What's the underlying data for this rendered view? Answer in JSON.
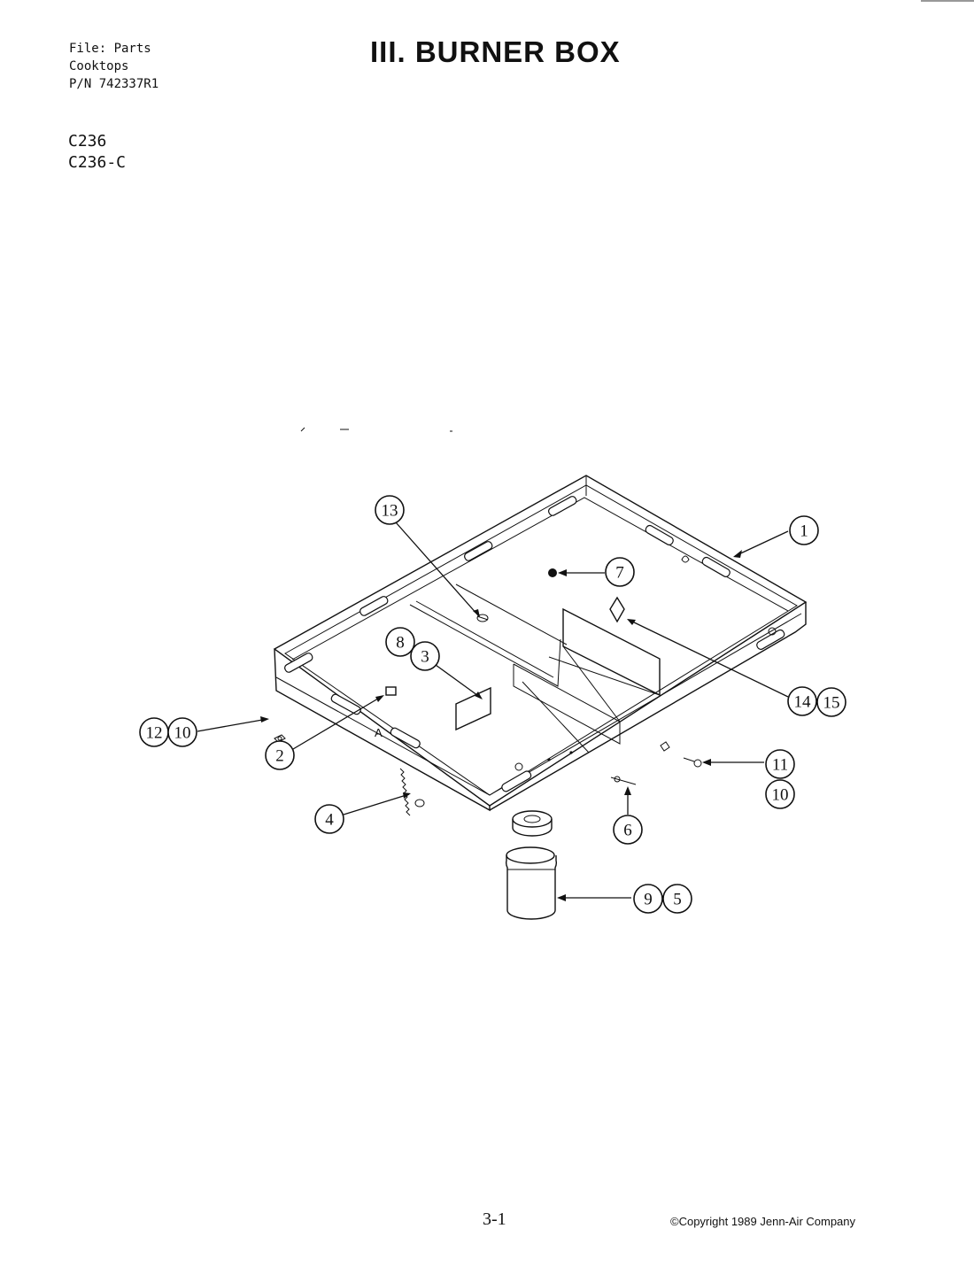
{
  "header": {
    "file_lines": [
      "File: Parts",
      "Cooktops",
      "P/N 742337R1"
    ],
    "models": [
      "C236",
      "C236-C"
    ],
    "title": "III. BURNER BOX"
  },
  "callouts": [
    "1",
    "7",
    "13",
    "8",
    "3",
    "14",
    "15",
    "12",
    "10",
    "2",
    "11",
    "10",
    "4",
    "6",
    "9",
    "5"
  ],
  "footer": {
    "page": "3-1",
    "copyright": "©Copyright 1989 Jenn-Air Company"
  }
}
